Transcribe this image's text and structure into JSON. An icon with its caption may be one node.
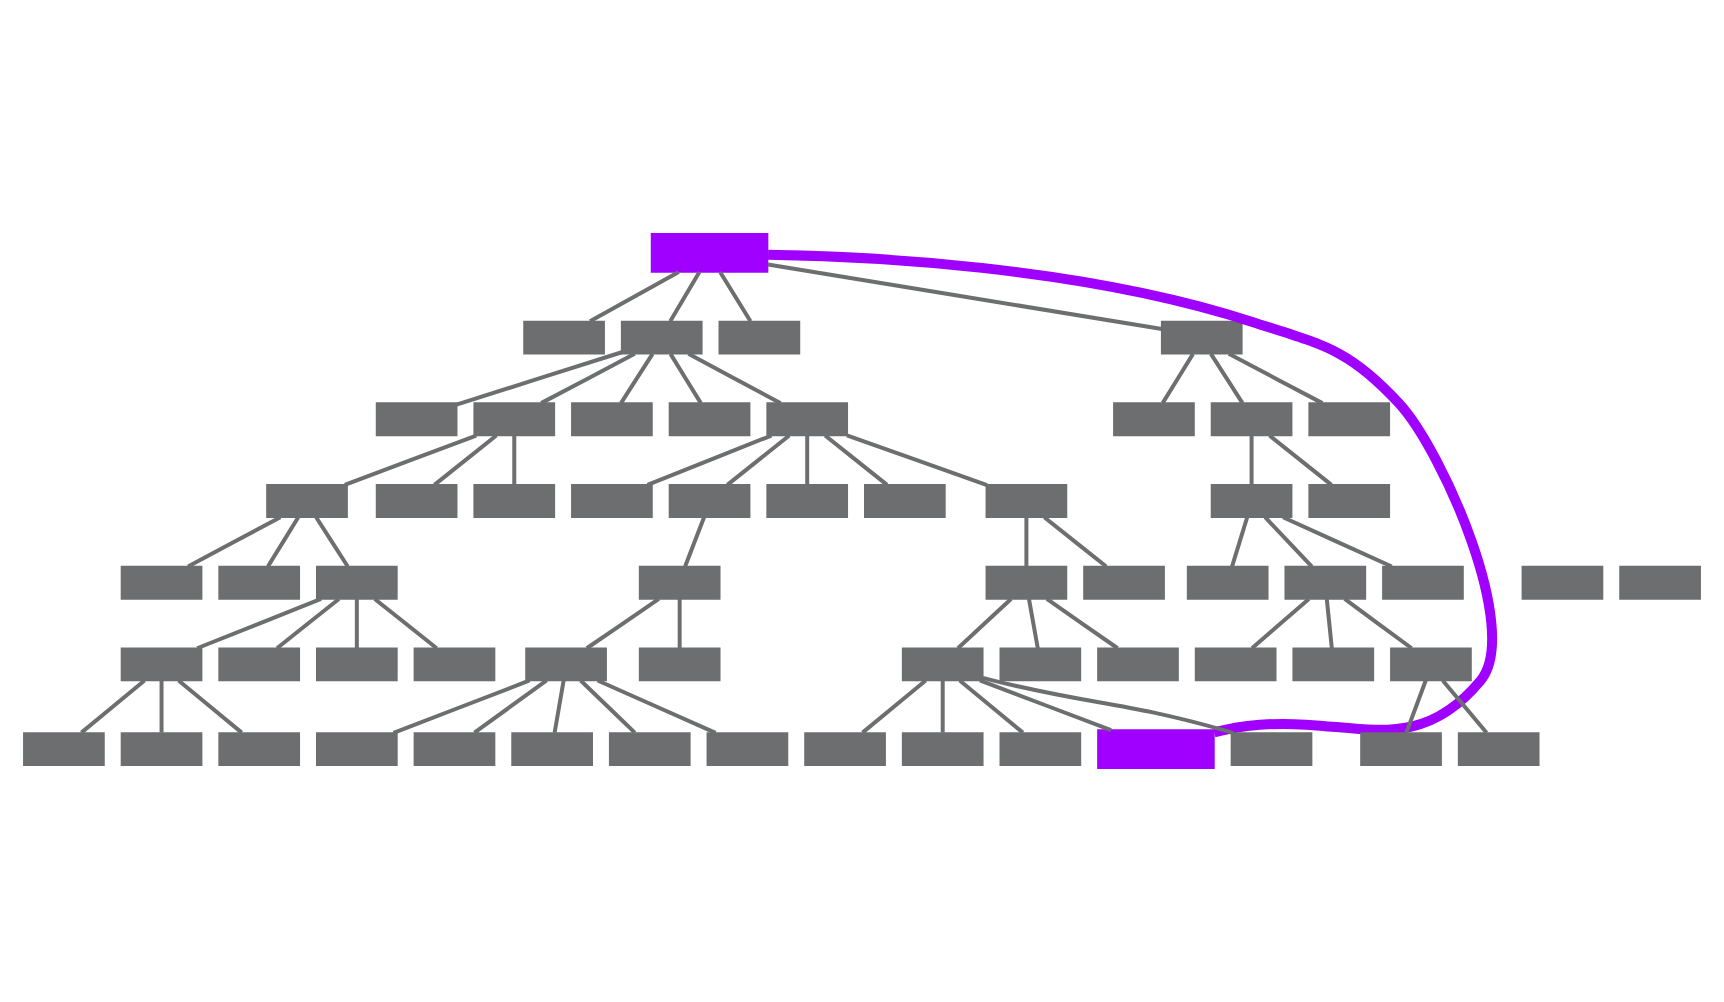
{
  "diagram": {
    "nodes": [
      {
        "text": [],
        "shape": "box"
      },
      {
        "text": [],
        "shape": "box"
      },
      {
        "text": [],
        "shape": "box"
      },
      {
        "text": [],
        "shape": "box"
      },
      {
        "text": [],
        "shape": "box"
      },
      {
        "text": [],
        "shape": "box"
      },
      {
        "text": [],
        "shape": "box"
      },
      {
        "text": [],
        "shape": "box"
      },
      {
        "text": [],
        "shape": "box"
      },
      {
        "text": [],
        "shape": "box"
      },
      {
        "text": [],
        "shape": "box"
      },
      {
        "text": [],
        "shape": "box"
      },
      {
        "text": [],
        "shape": "box"
      },
      {
        "text": [],
        "shape": "box"
      },
      {
        "text": [],
        "shape": "box"
      },
      {
        "text": [],
        "shape": "box"
      },
      {
        "text": [],
        "shape": "box"
      },
      {
        "text": [],
        "shape": "box"
      },
      {
        "text": [],
        "shape": "box"
      },
      {
        "text": [],
        "shape": "box"
      },
      {
        "text": [],
        "shape": "box"
      },
      {
        "text": [],
        "shape": "box"
      },
      {
        "text": [],
        "shape": "box"
      },
      {
        "text": [],
        "shape": "box"
      },
      {
        "text": [],
        "shape": "box"
      },
      {
        "text": [],
        "shape": "box"
      },
      {
        "text": [],
        "shape": "box"
      },
      {
        "text": [],
        "shape": "box"
      },
      {
        "text": [],
        "shape": "box"
      },
      {
        "text": [],
        "shape": "box"
      },
      {
        "text": [],
        "shape": "box"
      },
      {
        "text": [],
        "shape": "box"
      },
      {
        "text": [],
        "shape": "box"
      },
      {
        "text": [],
        "shape": "box"
      },
      {
        "text": [],
        "shape": "box"
      },
      {
        "text": [],
        "shape": "box"
      },
      {
        "text": [],
        "shape": "box"
      },
      {
        "text": [],
        "shape": "box"
      },
      {
        "text": [],
        "shape": "box"
      },
      {
        "text": [],
        "shape": "box"
      },
      {
        "text": [],
        "shape": "box"
      },
      {
        "text": [],
        "shape": "box"
      },
      {
        "text": [],
        "shape": "box"
      },
      {
        "text": [],
        "shape": "box"
      },
      {
        "text": [],
        "shape": "box"
      },
      {
        "text": [],
        "shape": "box"
      },
      {
        "text": [],
        "shape": "box"
      },
      {
        "text": [],
        "shape": "box"
      },
      {
        "text": [],
        "shape": "box"
      },
      {
        "text": [],
        "shape": "box"
      },
      {
        "text": [],
        "shape": "box"
      },
      {
        "text": [],
        "shape": "box"
      },
      {
        "text": [],
        "shape": "box"
      },
      {
        "text": [],
        "shape": "box"
      },
      {
        "text": [],
        "shape": "box"
      },
      {
        "text": [],
        "shape": "box"
      },
      {
        "text": [],
        "shape": "box"
      },
      {
        "text": [],
        "shape": "box"
      },
      {
        "text": [],
        "shape": "box"
      },
      {
        "text": [],
        "shape": "box"
      },
      {
        "text": [],
        "shape": "box"
      }
    ],
    "edges": [
      {
        "from": 0,
        "to": 1,
        "arrow": "none"
      },
      {
        "from": 0,
        "to": 2,
        "arrow": "none"
      },
      {
        "from": 0,
        "to": 3,
        "arrow": "none"
      },
      {
        "from": 0,
        "to": 4,
        "arrow": "none"
      },
      {
        "from": 2,
        "to": 5,
        "arrow": "none"
      },
      {
        "from": 2,
        "to": 6,
        "arrow": "none"
      },
      {
        "from": 2,
        "to": 7,
        "arrow": "none"
      },
      {
        "from": 2,
        "to": 8,
        "arrow": "none"
      },
      {
        "from": 2,
        "to": 9,
        "arrow": "none"
      },
      {
        "from": 4,
        "to": 10,
        "arrow": "none"
      },
      {
        "from": 4,
        "to": 11,
        "arrow": "none"
      },
      {
        "from": 4,
        "to": 12,
        "arrow": "none"
      },
      {
        "from": 6,
        "to": 13,
        "arrow": "none"
      },
      {
        "from": 6,
        "to": 14,
        "arrow": "none"
      },
      {
        "from": 6,
        "to": 15,
        "arrow": "none"
      },
      {
        "from": 9,
        "to": 16,
        "arrow": "none"
      },
      {
        "from": 9,
        "to": 17,
        "arrow": "none"
      },
      {
        "from": 9,
        "to": 18,
        "arrow": "none"
      },
      {
        "from": 9,
        "to": 19,
        "arrow": "none"
      },
      {
        "from": 9,
        "to": 20,
        "arrow": "none"
      },
      {
        "from": 11,
        "to": 21,
        "arrow": "none"
      },
      {
        "from": 11,
        "to": 22,
        "arrow": "none"
      },
      {
        "from": 13,
        "to": 23,
        "arrow": "none"
      },
      {
        "from": 13,
        "to": 24,
        "arrow": "none"
      },
      {
        "from": 13,
        "to": 25,
        "arrow": "none"
      },
      {
        "from": 17,
        "to": 27,
        "arrow": "none"
      },
      {
        "from": 20,
        "to": 29,
        "arrow": "none"
      },
      {
        "from": 20,
        "to": 30,
        "arrow": "none"
      },
      {
        "from": 21,
        "to": 31,
        "arrow": "none"
      },
      {
        "from": 21,
        "to": 32,
        "arrow": "none"
      },
      {
        "from": 21,
        "to": 33,
        "arrow": "none"
      },
      {
        "from": 25,
        "to": 34,
        "arrow": "none"
      },
      {
        "from": 25,
        "to": 35,
        "arrow": "none"
      },
      {
        "from": 25,
        "to": 36,
        "arrow": "none"
      },
      {
        "from": 25,
        "to": 37,
        "arrow": "none"
      },
      {
        "from": 27,
        "to": 38,
        "arrow": "none"
      },
      {
        "from": 27,
        "to": 39,
        "arrow": "none"
      },
      {
        "from": 29,
        "to": 40,
        "arrow": "none"
      },
      {
        "from": 29,
        "to": 41,
        "arrow": "none"
      },
      {
        "from": 29,
        "to": 42,
        "arrow": "none"
      },
      {
        "from": 32,
        "to": 43,
        "arrow": "none"
      },
      {
        "from": 32,
        "to": 44,
        "arrow": "none"
      },
      {
        "from": 32,
        "to": 45,
        "arrow": "none"
      },
      {
        "from": 34,
        "to": 46,
        "arrow": "none"
      },
      {
        "from": 34,
        "to": 47,
        "arrow": "none"
      },
      {
        "from": 34,
        "to": 48,
        "arrow": "none"
      },
      {
        "from": 38,
        "to": 49,
        "arrow": "none"
      },
      {
        "from": 38,
        "to": 50,
        "arrow": "none"
      },
      {
        "from": 38,
        "to": 51,
        "arrow": "none"
      },
      {
        "from": 38,
        "to": 52,
        "arrow": "none"
      },
      {
        "from": 38,
        "to": 53,
        "arrow": "none"
      },
      {
        "from": 40,
        "to": 54,
        "arrow": "none"
      },
      {
        "from": 40,
        "to": 55,
        "arrow": "none"
      },
      {
        "from": 40,
        "to": 56,
        "arrow": "none"
      },
      {
        "from": 40,
        "to": 57,
        "arrow": "none"
      },
      {
        "from": 40,
        "to": 58,
        "arrow": "none"
      },
      {
        "from": 45,
        "to": 59,
        "arrow": "none"
      },
      {
        "from": 45,
        "to": 60,
        "arrow": "none"
      },
      {
        "from": 0,
        "to": 57,
        "arrow": "none",
        "style": "thick",
        "color": "#a000ff"
      }
    ]
  }
}
